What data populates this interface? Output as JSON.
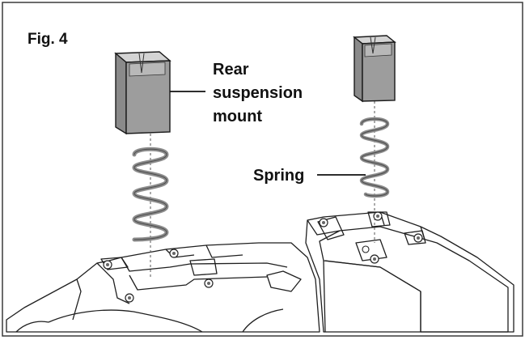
{
  "figure": {
    "title": "Fig. 4",
    "labels": {
      "mount": [
        "Rear",
        "suspension",
        "mount"
      ],
      "spring": "Spring"
    }
  },
  "colors": {
    "frame": "#3a3a3a",
    "mount_front": "#9d9d9d",
    "mount_side": "#8a8a8a",
    "mount_top": "#d4d4d4",
    "base_fill": "#f7f7f7",
    "coil": "#8c8c8c"
  },
  "icons": {
    "springs": "coil-spring",
    "mounts": "rectangular-block"
  }
}
